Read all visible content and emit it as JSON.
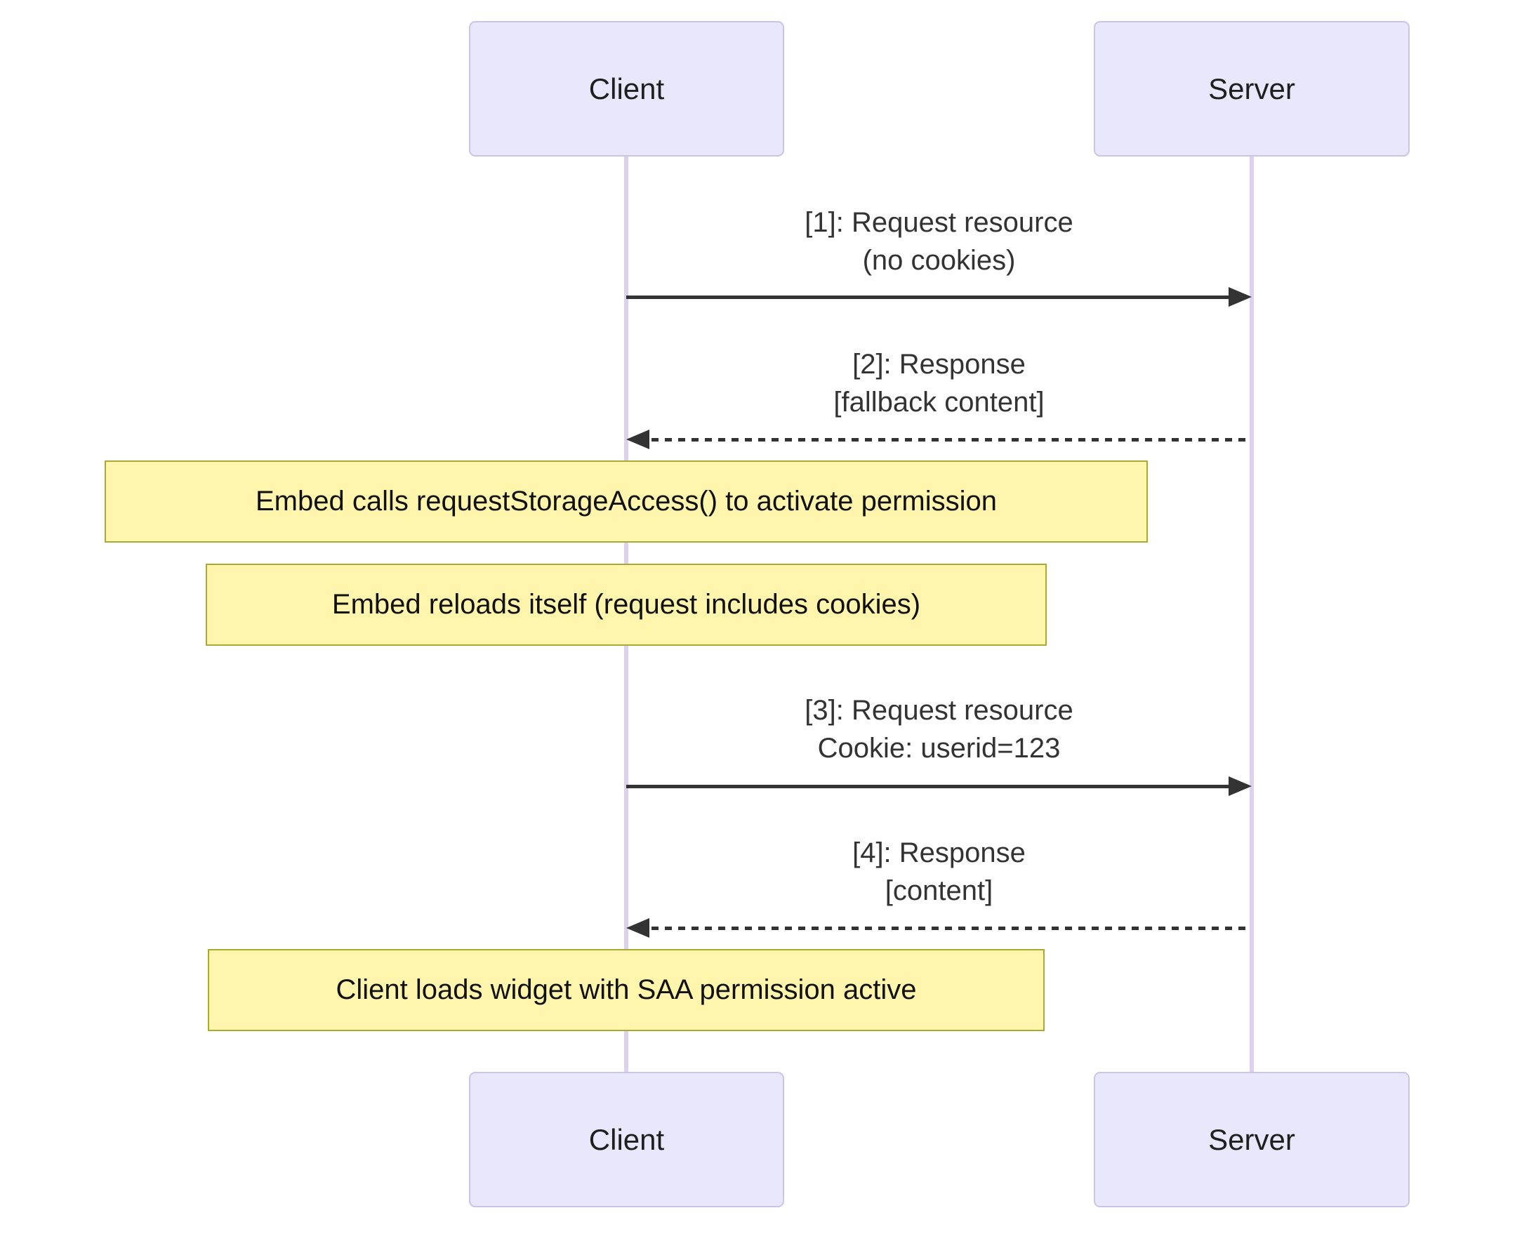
{
  "diagram": {
    "type": "sequence-diagram",
    "actors": [
      {
        "id": "client",
        "label": "Client"
      },
      {
        "id": "server",
        "label": "Server"
      }
    ],
    "messages": [
      {
        "seq": "1",
        "from": "client",
        "to": "server",
        "style": "solid",
        "line1": "[1]: Request resource",
        "line2": "(no cookies)"
      },
      {
        "seq": "2",
        "from": "server",
        "to": "client",
        "style": "dashed",
        "line1": "[2]: Response",
        "line2": "[fallback content]"
      },
      {
        "seq": "3",
        "from": "client",
        "to": "server",
        "style": "solid",
        "line1": "[3]: Request resource",
        "line2": "Cookie: userid=123"
      },
      {
        "seq": "4",
        "from": "server",
        "to": "client",
        "style": "dashed",
        "line1": "[4]: Response",
        "line2": "[content]"
      }
    ],
    "notes": [
      {
        "over": "client",
        "text": "Embed calls requestStorageAccess() to activate permission"
      },
      {
        "over": "client",
        "text": "Embed reloads itself (request includes cookies)"
      },
      {
        "over": "client",
        "text": "Client loads widget with SAA permission active"
      }
    ],
    "colors": {
      "actor_fill": "#e8e7fb",
      "actor_border": "#ccc3e8",
      "lifeline": "#dcd2f0",
      "arrow": "#333333",
      "message_text": "#333333",
      "note_fill": "#fff5ad",
      "note_border": "#aaaa33"
    }
  }
}
